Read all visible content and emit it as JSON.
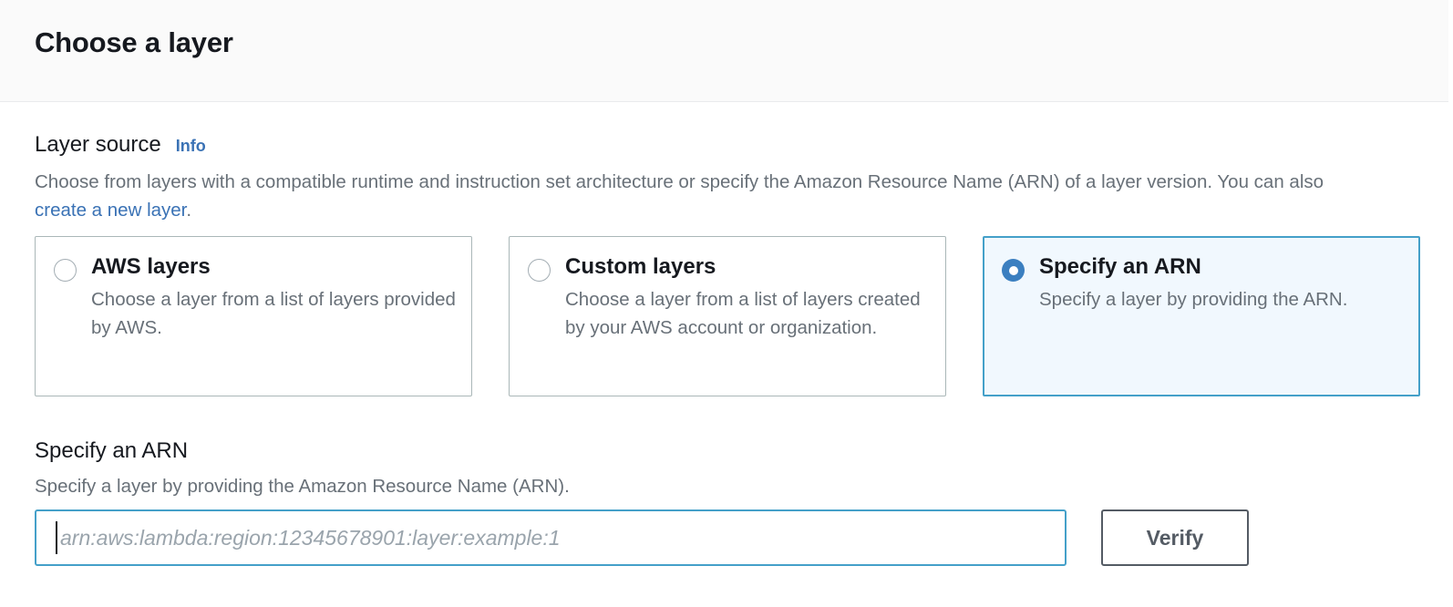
{
  "header": {
    "title": "Choose a layer"
  },
  "layer_source": {
    "label": "Layer source",
    "info_label": "Info",
    "description_before": "Choose from layers with a compatible runtime and instruction set architecture or specify the Amazon Resource Name (ARN) of a layer version. You can also ",
    "description_link": "create a new layer",
    "description_after": ".",
    "options": [
      {
        "title": "AWS layers",
        "description": "Choose a layer from a list of layers provided by AWS.",
        "selected": false
      },
      {
        "title": "Custom layers",
        "description": "Choose a layer from a list of layers created by your AWS account or organization.",
        "selected": false
      },
      {
        "title": "Specify an ARN",
        "description": "Specify a layer by providing the ARN.",
        "selected": true
      }
    ]
  },
  "arn_section": {
    "label": "Specify an ARN",
    "description": "Specify a layer by providing the Amazon Resource Name (ARN).",
    "input_value": "",
    "input_placeholder": "arn:aws:lambda:region:12345678901:layer:example:1",
    "verify_label": "Verify"
  },
  "colors": {
    "accent_blue": "#3b7fc0",
    "focus_blue": "#44a0c9",
    "link_blue": "#3a72b5",
    "selected_card_bg": "#f1f8fe",
    "text_primary": "#16191f",
    "text_secondary": "#687078",
    "border_gray": "#aab7b8",
    "button_border": "#545b64",
    "header_bg": "#fafafa"
  }
}
